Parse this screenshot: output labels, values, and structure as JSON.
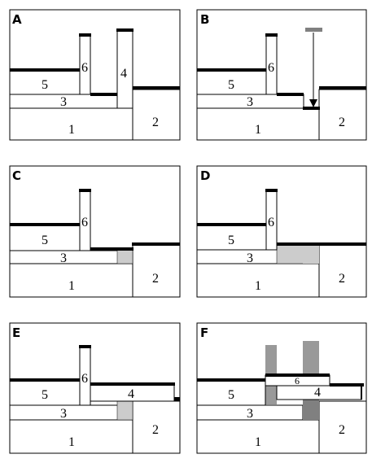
{
  "panels": [
    {
      "id": "A",
      "label": "A",
      "layers": {
        "one": "1",
        "two": "2",
        "three": "3",
        "four": "4",
        "five": "5",
        "six": "6"
      }
    },
    {
      "id": "B",
      "label": "B",
      "layers": {
        "one": "1",
        "two": "2",
        "three": "3",
        "five": "5",
        "six": "6"
      }
    },
    {
      "id": "C",
      "label": "C",
      "layers": {
        "one": "1",
        "two": "2",
        "three": "3",
        "five": "5",
        "six": "6"
      }
    },
    {
      "id": "D",
      "label": "D",
      "layers": {
        "one": "1",
        "two": "2",
        "three": "3",
        "five": "5",
        "six": "6"
      }
    },
    {
      "id": "E",
      "label": "E",
      "layers": {
        "one": "1",
        "two": "2",
        "three": "3",
        "four": "4",
        "five": "5",
        "six": "6"
      }
    },
    {
      "id": "F",
      "label": "F",
      "layers": {
        "one": "1",
        "two": "2",
        "three": "3",
        "four": "4",
        "five": "5",
        "six": "6"
      }
    }
  ],
  "colors": {
    "stroke": "#000000",
    "light_gray_fill": "#cccccc",
    "dark_gray_fill": "#999999",
    "darker_gray_fill": "#808080",
    "background": "#ffffff"
  }
}
